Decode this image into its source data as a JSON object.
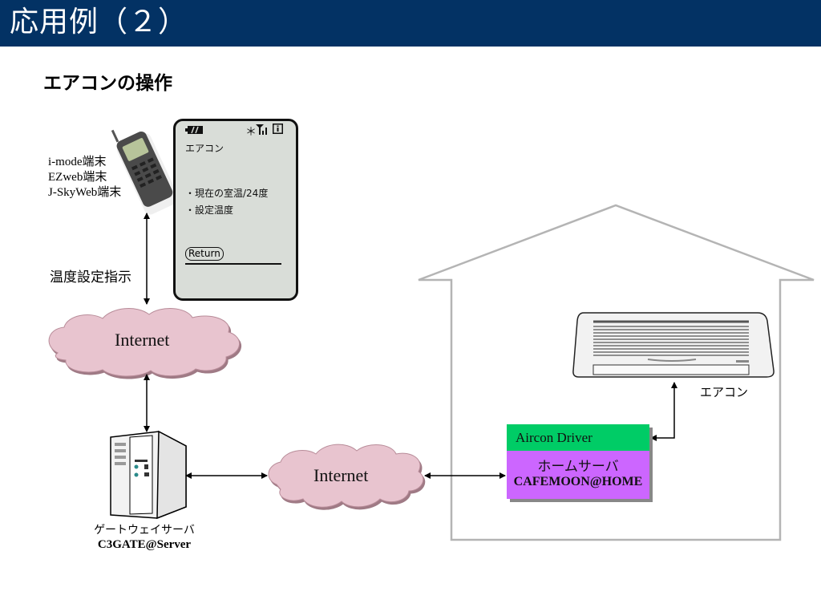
{
  "header": {
    "title": "応用例（２）",
    "background": "#033264"
  },
  "subtitle": "エアコンの操作",
  "terminal": {
    "labels": [
      "i-mode端末",
      "EZweb端末",
      "J-SkyWeb端末"
    ],
    "instruction_label": "温度設定指示"
  },
  "phone_screen": {
    "status_left": "battery-icon",
    "status_right": "＊ signal-icon info-icon",
    "title": "エアコン",
    "items": [
      "・現在の室温/24度",
      "・設定温度"
    ],
    "return_button": "Return"
  },
  "clouds": [
    {
      "label": "Internet",
      "color": "#e8c4cf"
    },
    {
      "label": "Internet",
      "color": "#e8c4cf"
    }
  ],
  "gateway_server": {
    "name": "ゲートウェイサーバ",
    "id": "C3GATE@Server"
  },
  "home_server": {
    "driver_label": "Aircon Driver",
    "driver_color": "#00cc66",
    "name": "ホームサーバ",
    "id": "CAFEMOON@HOME",
    "color": "#cc66ff"
  },
  "aircon": {
    "label": "エアコン"
  }
}
